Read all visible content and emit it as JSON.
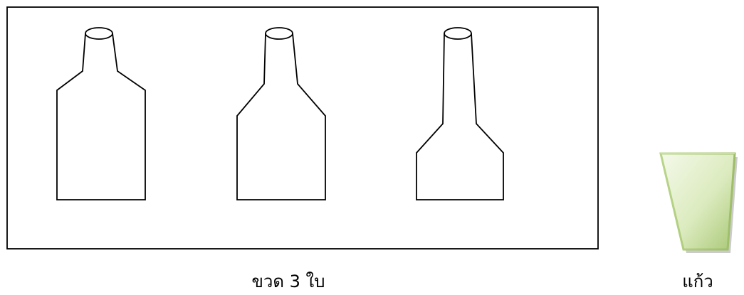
{
  "labels": {
    "bottles": "ขวด 3 ใบ",
    "glass": "แก้ว"
  },
  "bottles": [
    {
      "name": "bottle-1"
    },
    {
      "name": "bottle-2"
    },
    {
      "name": "bottle-3"
    }
  ],
  "colors": {
    "stroke": "#000000",
    "background": "#ffffff",
    "glass_light": "#f2f8e8",
    "glass_mid": "#cfe3a8",
    "glass_dark": "#9ebf6a",
    "glass_shadow": "#b8b8b8"
  }
}
